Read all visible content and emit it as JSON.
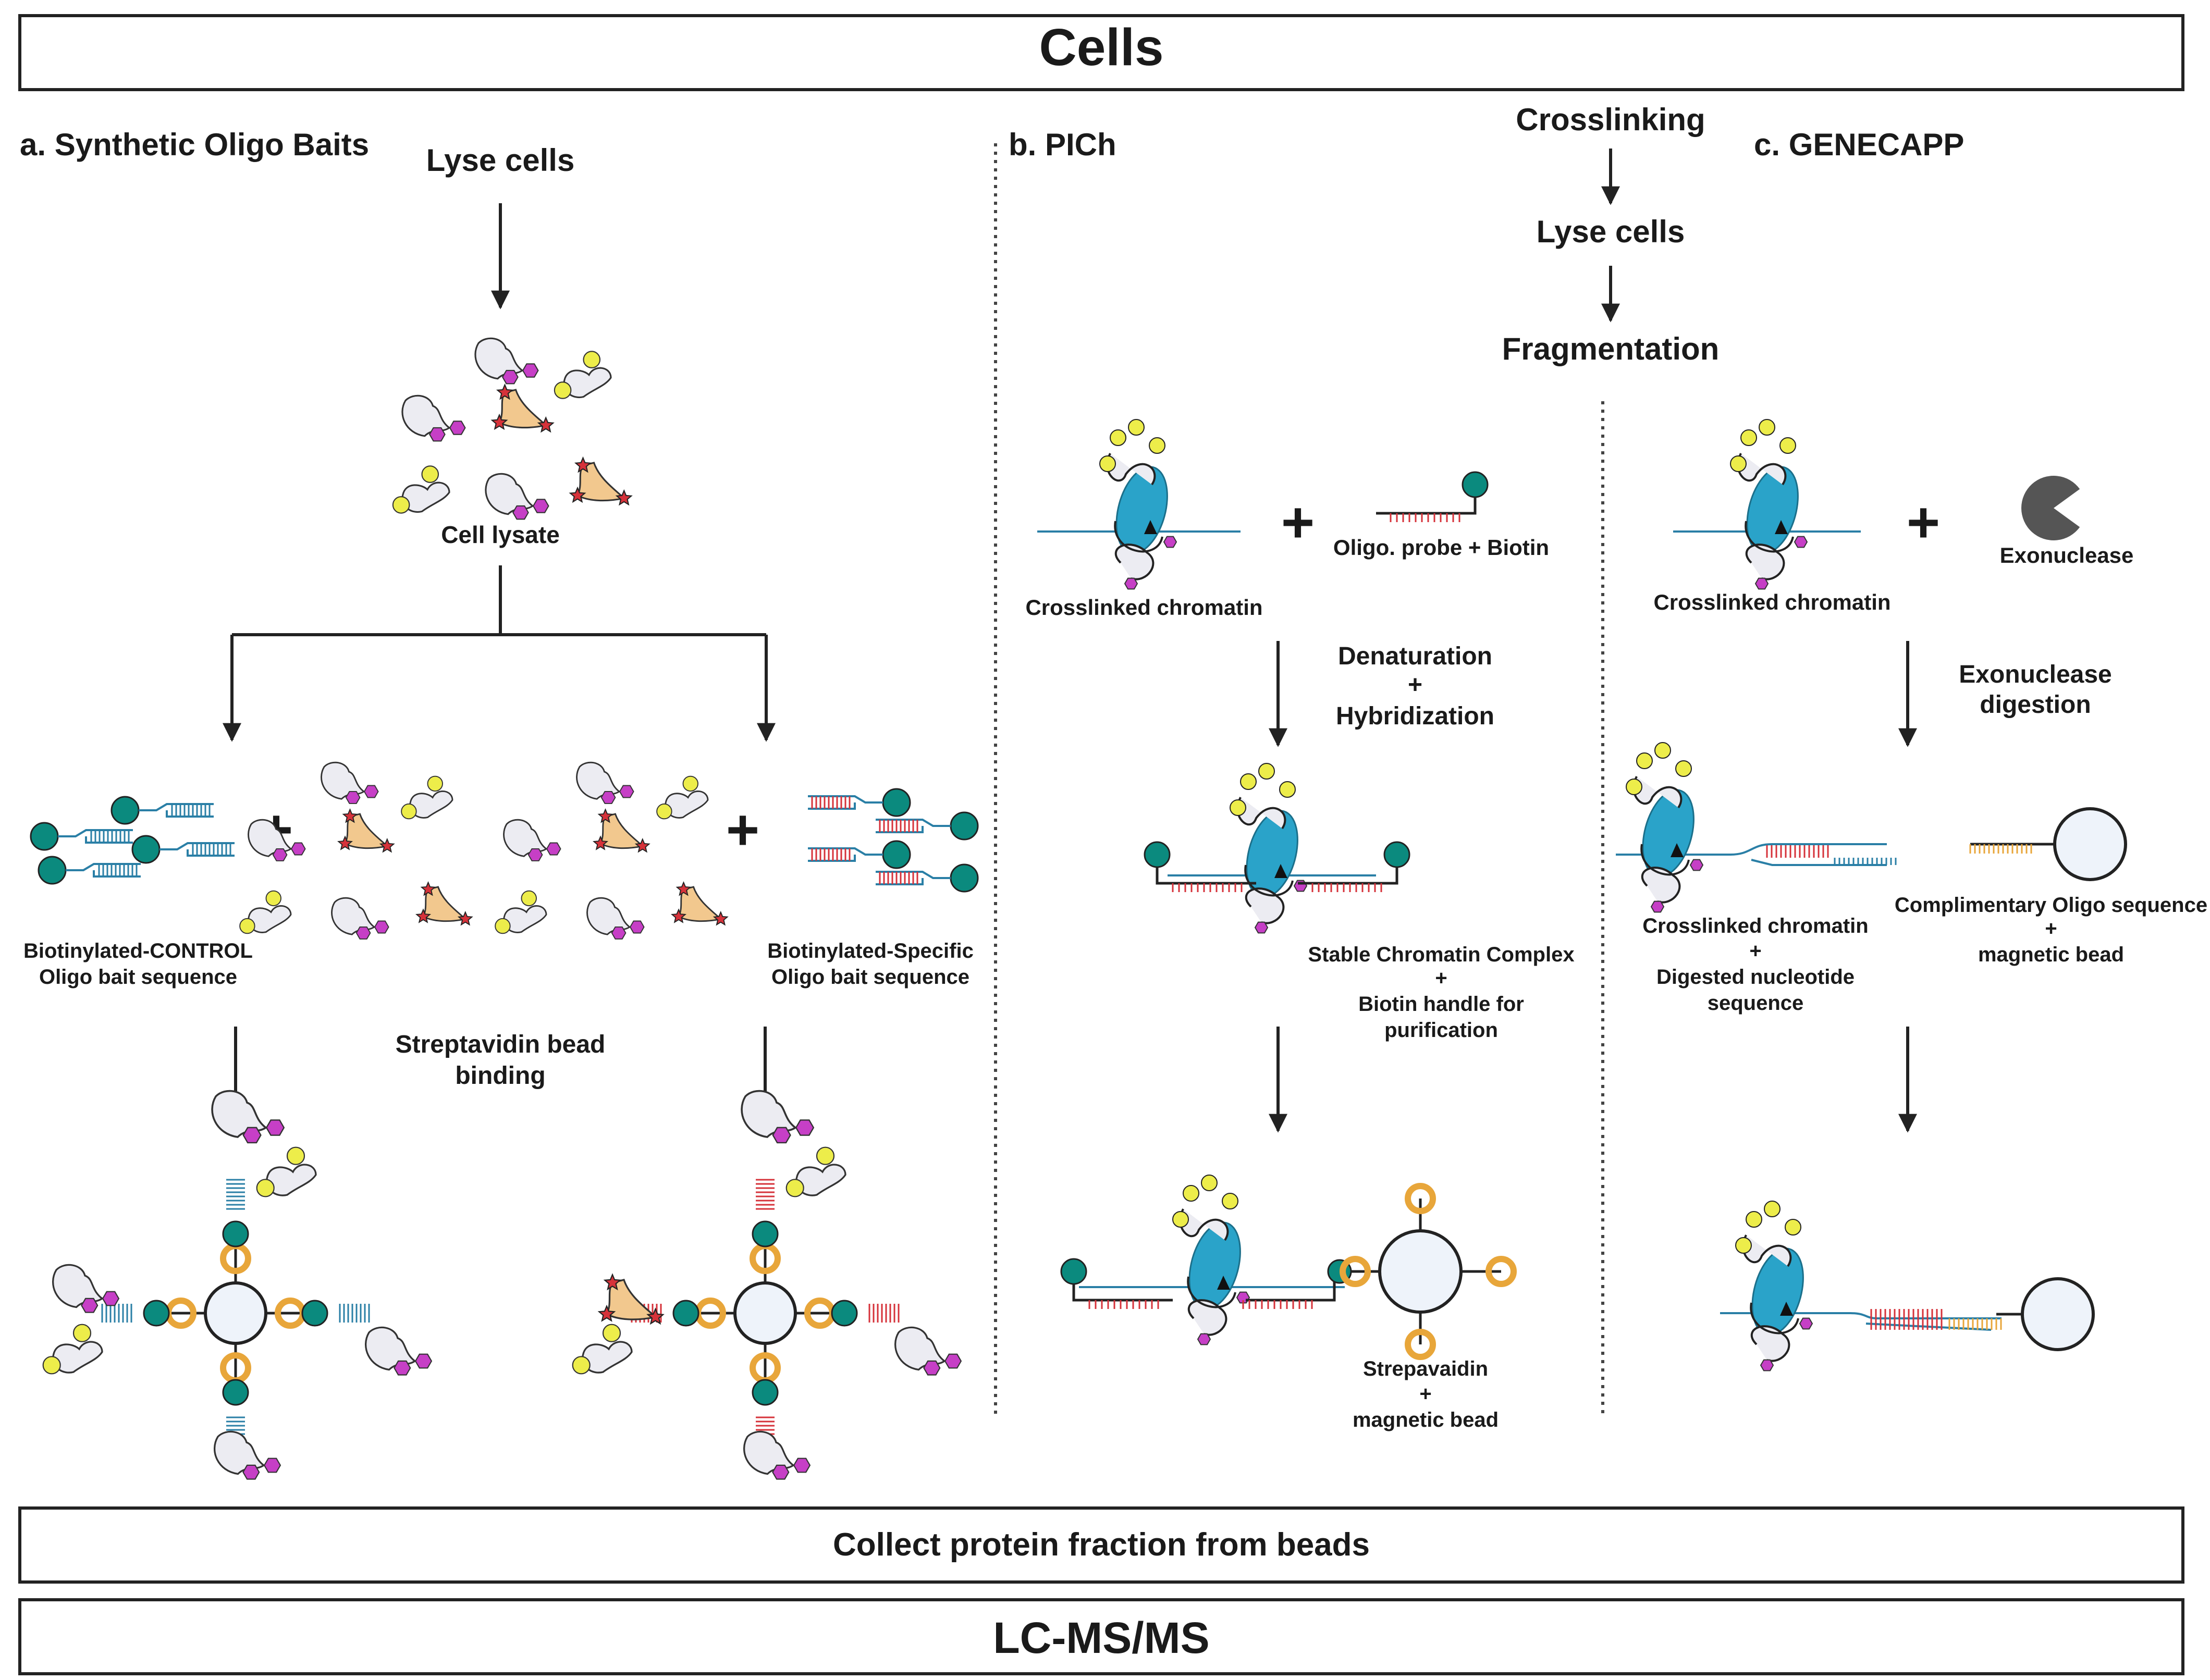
{
  "header": {
    "title": "Cells"
  },
  "footer": {
    "collect_label": "Collect protein fraction from beads",
    "ms_label": "LC-MS/MS"
  },
  "panel_a": {
    "title": "a. Synthetic Oligo Baits",
    "lyse": "Lyse cells",
    "lysate": "Cell lysate",
    "control_bait": [
      "Biotinylated-CONTROL",
      "Oligo bait sequence"
    ],
    "specific_bait": [
      "Biotinylated-Specific",
      "Oligo bait sequence"
    ],
    "binding": [
      "Streptavidin bead",
      "binding"
    ]
  },
  "panel_b": {
    "title": "b. PICh",
    "chromatin": "Crosslinked chromatin",
    "probe": "Oligo. probe + Biotin",
    "step": [
      "Denaturation",
      "+",
      "Hybridization"
    ],
    "complex": [
      "Stable Chromatin Complex",
      "+",
      "Biotin handle for",
      "purification"
    ],
    "bead": [
      "Strepavaidin",
      "+",
      "magnetic bead"
    ]
  },
  "shared": {
    "steps": [
      "Crosslinking",
      "Lyse cells",
      "Fragmentation"
    ]
  },
  "panel_c": {
    "title": "c. GENECAPP",
    "chromatin": "Crosslinked chromatin",
    "enzyme": "Exonuclease",
    "step": [
      "Exonuclease",
      "digestion"
    ],
    "digested": [
      "Crosslinked chromatin",
      "+",
      "Digested nucleotide",
      "sequence"
    ],
    "oligo": [
      "Complimentary Oligo sequence",
      "+",
      "magnetic bead"
    ]
  },
  "colors": {
    "teal": "#0b8a7e",
    "dna": "#2a7fa6",
    "histone": "#2aa3c9",
    "probe_red": "#d6323a",
    "magenta": "#c63fc6",
    "yellow": "#eded4a",
    "orange": "#e8a63a",
    "bead": "#eef3fa",
    "protein": "#ececf2",
    "target": "#f2c88e",
    "exonuclease": "#555555"
  }
}
